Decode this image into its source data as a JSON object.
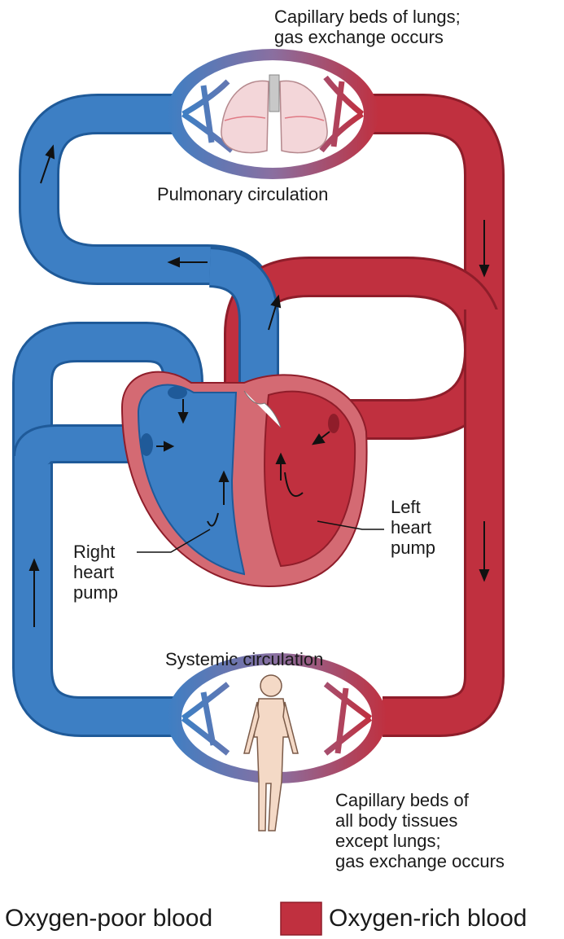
{
  "colors": {
    "oxygen_poor": "#3d7fc4",
    "oxygen_poor_dark": "#1f5a99",
    "oxygen_rich": "#c0303f",
    "oxygen_rich_dark": "#8f1d2a",
    "heart_wall": "#d46a73",
    "lung_fill": "#f3d6d9",
    "body_fill": "#f4d9c6"
  },
  "labels": {
    "lung_capillaries": [
      "Capillary beds of lungs;",
      "gas exchange occurs"
    ],
    "pulmonary": "Pulmonary circulation",
    "left_pump": [
      "Left",
      "heart",
      "pump"
    ],
    "right_pump": [
      "Right",
      "heart",
      "pump"
    ],
    "systemic": "Systemic circulation",
    "body_capillaries": [
      "Capillary beds of",
      "all body tissues",
      "except lungs;",
      "gas exchange occurs"
    ]
  },
  "legend": {
    "oxygen_poor": "Oxygen-poor blood",
    "oxygen_rich": "Oxygen-rich blood"
  },
  "icons": [
    "lungs-icon",
    "human-body-icon",
    "heart-icon",
    "flow-arrow-icon"
  ]
}
